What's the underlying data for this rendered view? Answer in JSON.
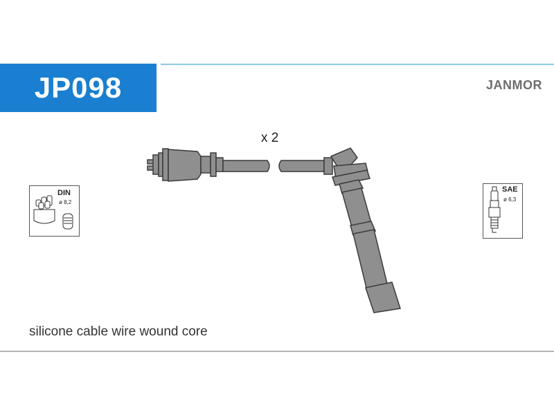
{
  "header": {
    "product_code": "JP098",
    "brand": "JANMOR"
  },
  "drawing": {
    "quantity_label": "x 2"
  },
  "din_icon": {
    "label": "DIN",
    "spec": "ø 8,2"
  },
  "sae_icon": {
    "label": "SAE",
    "spec": "ø 6,3"
  },
  "caption": "silicone cable wire wound core",
  "colors": {
    "accent": "#1a7fd0",
    "accent_line": "#8fc8e6",
    "brand_text": "#6d6d6d",
    "part_fill": "#8f8f8f",
    "part_stroke": "#3a3a3a"
  }
}
